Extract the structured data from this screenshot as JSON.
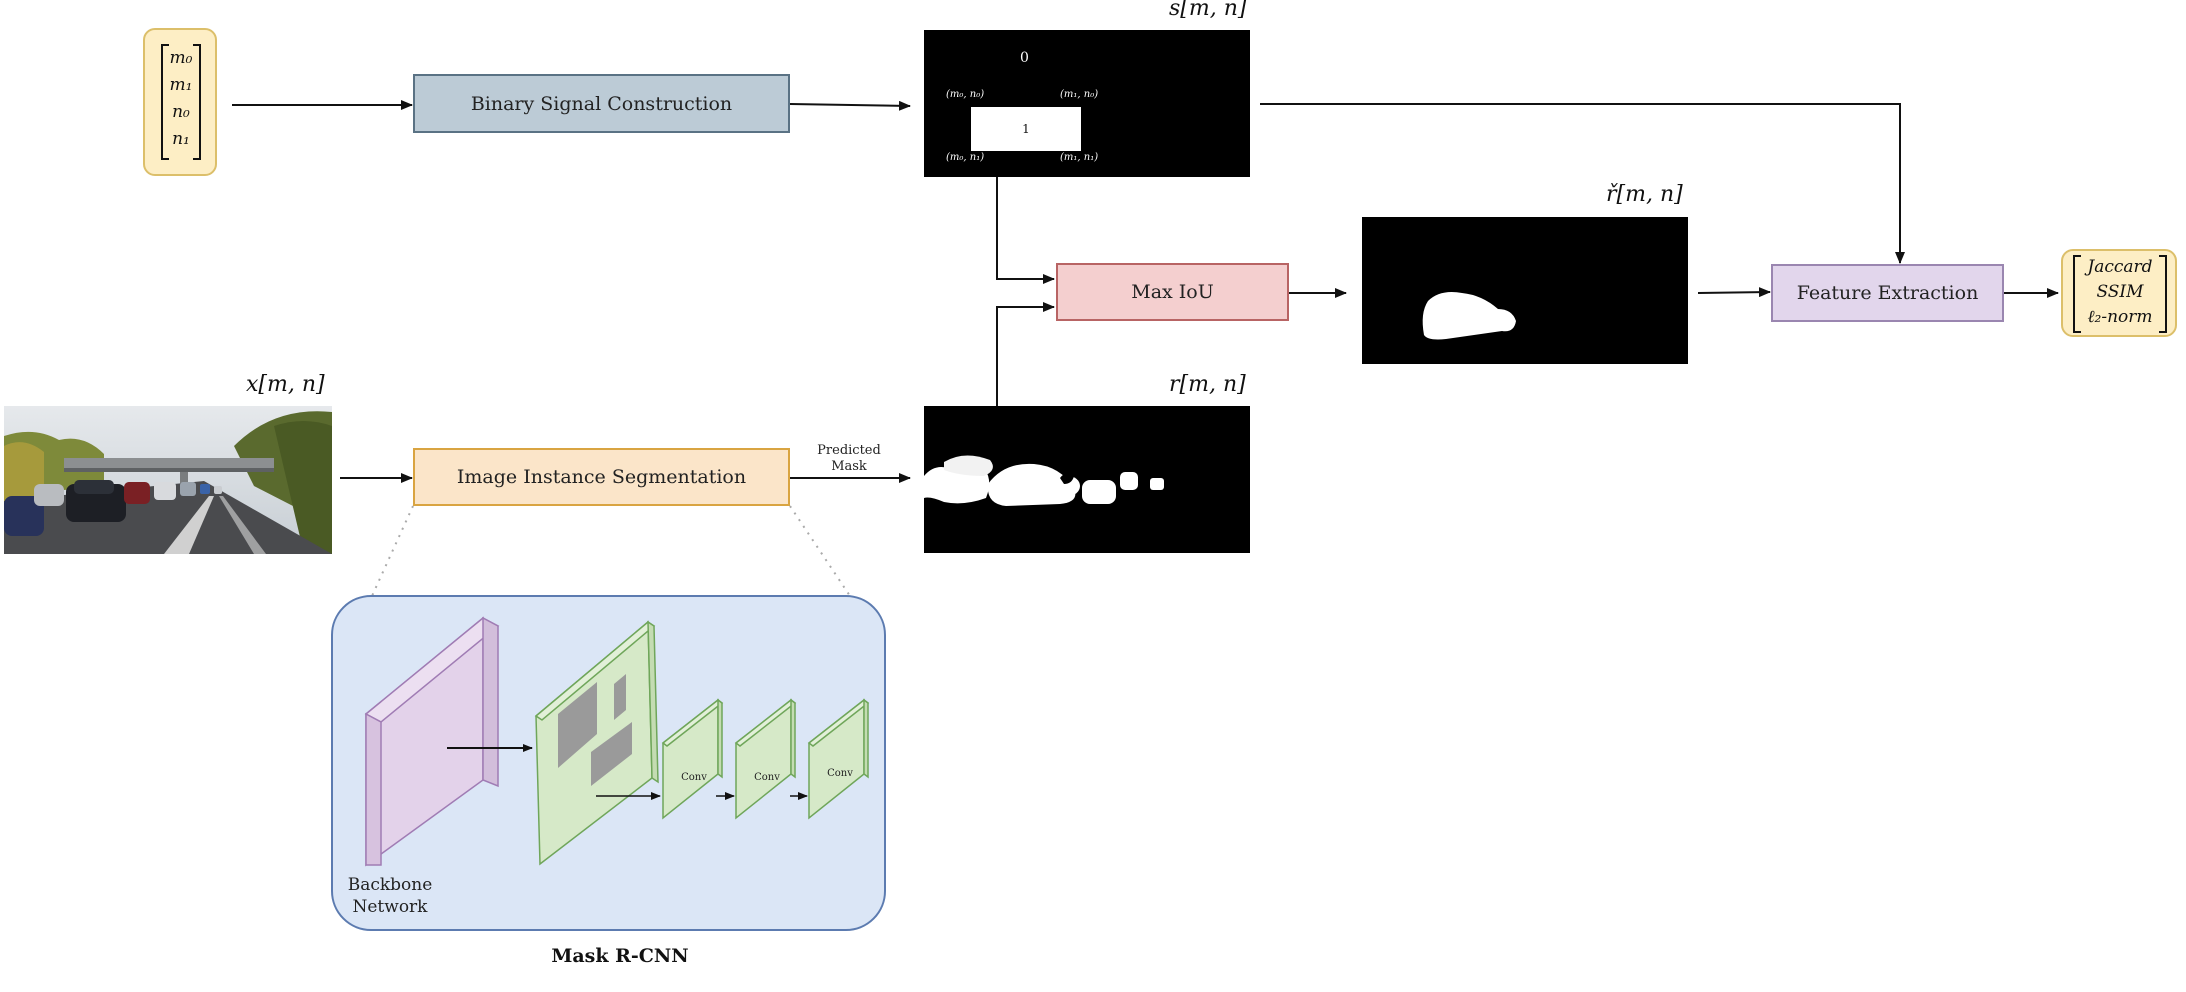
{
  "input_vector": {
    "rows": [
      "m₀",
      "m₁",
      "n₀",
      "n₁"
    ]
  },
  "binary_signal": {
    "label": "Binary Signal Construction"
  },
  "s_signal": {
    "title": "s[m, n]",
    "zero_label": "0",
    "one_label": "1",
    "corners": [
      "(m₀, n₀)",
      "(m₁, n₀)",
      "(m₀, n₁)",
      "(m₁, n₁)"
    ]
  },
  "x_signal": {
    "title": "x[m, n]"
  },
  "segmentation": {
    "label": "Image Instance Segmentation"
  },
  "predicted_mask": {
    "label_line1": "Predicted",
    "label_line2": "Mask"
  },
  "r_signal": {
    "title": "r[m, n]"
  },
  "max_iou": {
    "label": "Max IoU"
  },
  "r_check_signal": {
    "title": "řˇ[m, n]",
    "display": "ř[m, n]"
  },
  "feature_extraction": {
    "label": "Feature Extraction"
  },
  "output_vector": {
    "rows": [
      "Jaccard",
      "SSIM",
      "ℓ₂-norm"
    ]
  },
  "mask_rcnn": {
    "title": "Mask R-CNN",
    "backbone_line1": "Backbone",
    "backbone_line2": "Network",
    "conv_labels": [
      "Conv",
      "Conv",
      "Conv"
    ]
  },
  "colors": {
    "gray_box": "#bccbd6",
    "orange_box": "#fbe5c9",
    "red_box": "#f4cfcf",
    "purple_box": "#e2d6ec",
    "vector_box": "#fdeec5",
    "rcnn_panel": "#dbe6f6",
    "backbone": "#e3d2ea",
    "feature_map": "#d6e9c8"
  }
}
